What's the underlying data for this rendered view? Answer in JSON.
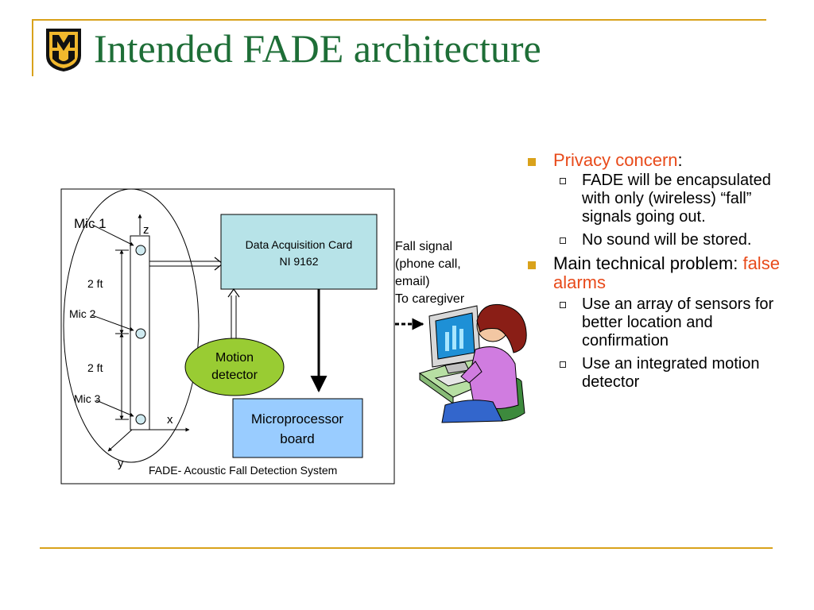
{
  "title": "Intended FADE architecture",
  "logo": {
    "letters": "MU",
    "icon": "mizzou-tiger-logo",
    "colors": {
      "gold": "#f1b82d",
      "black": "#111111"
    }
  },
  "diagram": {
    "mic1": "Mic 1",
    "mic2": "Mic 2",
    "mic3": "Mic 3",
    "spacing1": "2 ft",
    "spacing2": "2 ft",
    "axis_z": "z",
    "axis_x": "x",
    "axis_y": "y",
    "daq_line1": "Data Acquisition Card",
    "daq_line2": "NI 9162",
    "motion_line1": "Motion",
    "motion_line2": "detector",
    "micro_line1": "Microprocessor",
    "micro_line2": "board",
    "caption": "FADE- Acoustic Fall Detection System",
    "fall_signal_lines": [
      "Fall signal",
      "(phone call,",
      "email)",
      "To caregiver"
    ],
    "colors": {
      "daq_fill": "#b7e3e8",
      "motion_fill": "#99cc33",
      "micro_fill": "#99ccff"
    },
    "caregiver_icon": "woman-at-computer-icon"
  },
  "bullets": [
    {
      "parts": [
        {
          "text": "Privacy concern",
          "highlight": true
        },
        {
          "text": ":",
          "highlight": false
        }
      ],
      "sub": [
        "FADE will be encapsulated with only (wireless) “fall” signals going out.",
        "No sound will be stored."
      ]
    },
    {
      "parts": [
        {
          "text": "Main technical problem: ",
          "highlight": false
        },
        {
          "text": "false alarms",
          "highlight": true
        }
      ],
      "sub": [
        "Use an array of sensors for better location and confirmation",
        "Use an integrated motion detector"
      ]
    }
  ],
  "colors": {
    "accent_gold": "#d9a21b",
    "title_green": "#1e6e37",
    "highlight": "#e84a1a"
  }
}
